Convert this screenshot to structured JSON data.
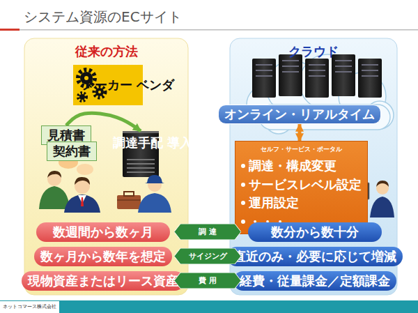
{
  "diagram": {
    "title": "システム資源のECサイト",
    "nodes": [
      {
        "text": [
          "従来の方法"
        ]
      },
      {
        "text": [
          "メーカー ベンダ"
        ],
        "in": 0
      },
      {
        "text": [
          "見積書"
        ],
        "in": 0
      },
      {
        "text": [
          "契約書"
        ],
        "in": 0
      },
      {
        "text": [
          "調達手配 導入作業"
        ],
        "in": 0
      },
      {
        "text": [
          "数週間から数ヶ月"
        ],
        "in": 0
      },
      {
        "text": [
          "数ヶ月から数年を想定"
        ],
        "in": 0
      },
      {
        "text": [
          "現物資産またはリース資産"
        ],
        "in": 0
      },
      {
        "text": [
          "クラウド"
        ]
      },
      {
        "text": [
          "オンライン・リアルタイム"
        ],
        "in": 8
      },
      {
        "text": [
          "セルフ・サービス・ポータル",
          "調達・構成変更",
          "サービスレベル設定",
          "運用設定",
          "・・・"
        ],
        "in": 8
      },
      {
        "text": [
          "数分から数十分"
        ],
        "in": 8
      },
      {
        "text": [
          "直近のみ・必要に応じて増減"
        ],
        "in": 8
      },
      {
        "text": [
          "経費・従量課金／定額課金"
        ],
        "in": 8
      },
      {
        "text": [
          "調 達"
        ]
      },
      {
        "text": [
          "サイジング"
        ]
      },
      {
        "text": [
          "費 用"
        ]
      }
    ],
    "edges": [
      {
        "from": 2,
        "to": 4,
        "arrow": "to"
      },
      {
        "from": 9,
        "to": 10,
        "arrow": "both"
      }
    ],
    "labels": [
      "ネットコマース株式会社"
    ]
  }
}
